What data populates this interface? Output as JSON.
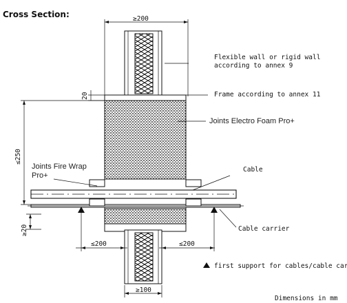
{
  "title": "Cross Section:",
  "labels": {
    "wall": "Flexible wall or rigid wall",
    "wall_line2": "according to annex 9",
    "frame": "Frame according to annex 11",
    "joints_foam": "Joints Electro Foam Pro+",
    "joints_wrap": "Joints Fire Wrap",
    "joints_wrap_line2": "Pro+",
    "cable": "Cable",
    "carrier": "Cable carrier",
    "support_note": "first support for cables/cable carriers",
    "dimensions_note": "Dimensions in mm"
  },
  "dimensions": {
    "top_width": "≥200",
    "frame_thickness": "20",
    "height": "≤250",
    "bottom_clearance": "≥20",
    "left_support": "≤200",
    "right_support": "≤200",
    "bottom_width": "≥100"
  },
  "colors": {
    "ink": "#111111",
    "foam_fill": "#2b2b2b",
    "wall_fill": "#ffffff",
    "background": "#ffffff"
  },
  "icons": {
    "support_marker": "triangle-up-icon"
  }
}
